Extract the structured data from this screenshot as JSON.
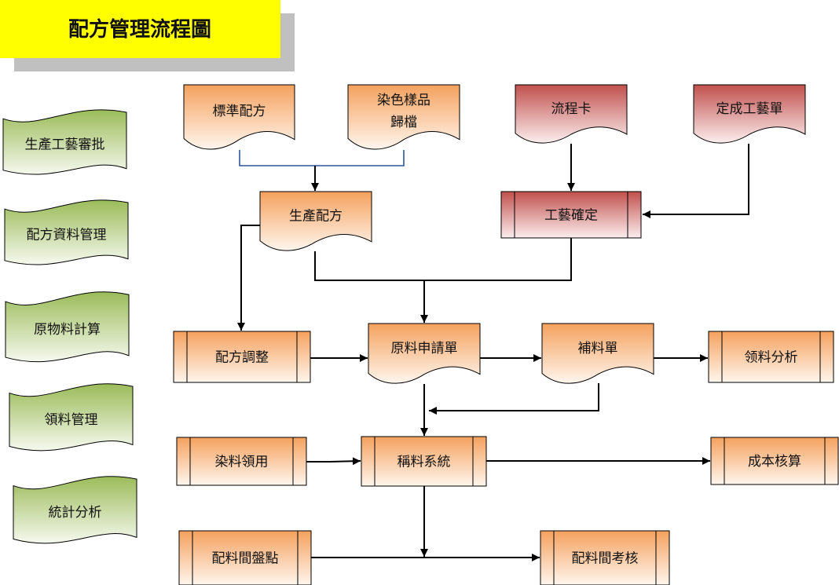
{
  "title": "配方管理流程圖",
  "colors": {
    "title_bg": "#ffff00",
    "title_shadow": "#c0c0c0",
    "orange_top": "#f4a15e",
    "orange_bottom": "#fff6ee",
    "red_top": "#c0504d",
    "red_bottom": "#fbeeee",
    "green_top": "#9bbb59",
    "green_bottom": "#f6f9ef",
    "blue_line": "#2e5597",
    "line": "#000000"
  },
  "sidebar": {
    "items": [
      {
        "id": "s1",
        "label": "生產工藝審批"
      },
      {
        "id": "s2",
        "label": "配方資料管理"
      },
      {
        "id": "s3",
        "label": "原物料計算"
      },
      {
        "id": "s4",
        "label": "領料管理"
      },
      {
        "id": "s5",
        "label": "統計分析"
      }
    ]
  },
  "nodes": [
    {
      "id": "standard-formula",
      "label": [
        "標準配方"
      ],
      "shape": "document",
      "color": "orange"
    },
    {
      "id": "dye-sample-archive",
      "label": [
        "染色樣品",
        "歸檔"
      ],
      "shape": "document",
      "color": "orange"
    },
    {
      "id": "process-card",
      "label": [
        "流程卡"
      ],
      "shape": "document",
      "color": "red"
    },
    {
      "id": "finalized-process-sheet",
      "label": [
        "定成工藝單"
      ],
      "shape": "document",
      "color": "red"
    },
    {
      "id": "production-formula",
      "label": [
        "生產配方"
      ],
      "shape": "document",
      "color": "orange"
    },
    {
      "id": "process-confirm",
      "label": [
        "工藝確定"
      ],
      "shape": "process",
      "color": "red"
    },
    {
      "id": "formula-adjust",
      "label": [
        "配方調整"
      ],
      "shape": "process",
      "color": "orange"
    },
    {
      "id": "material-request",
      "label": [
        "原料申請單"
      ],
      "shape": "document",
      "color": "orange"
    },
    {
      "id": "supplement-sheet",
      "label": [
        "補料單"
      ],
      "shape": "document",
      "color": "orange"
    },
    {
      "id": "pick-analysis",
      "label": [
        "领料分析"
      ],
      "shape": "process",
      "color": "orange"
    },
    {
      "id": "dye-pick",
      "label": [
        "染料領用"
      ],
      "shape": "process",
      "color": "orange"
    },
    {
      "id": "weighing-system",
      "label": [
        "稱料系統"
      ],
      "shape": "process",
      "color": "orange"
    },
    {
      "id": "cost-accounting",
      "label": [
        "成本核算"
      ],
      "shape": "process",
      "color": "orange"
    },
    {
      "id": "room-inventory",
      "label": [
        "配料間盤點"
      ],
      "shape": "process",
      "color": "orange"
    },
    {
      "id": "room-assessment",
      "label": [
        "配料間考核"
      ],
      "shape": "process",
      "color": "orange"
    }
  ],
  "edges": [
    {
      "from": "standard-formula",
      "to": "production-formula"
    },
    {
      "from": "dye-sample-archive",
      "to": "production-formula"
    },
    {
      "from": "process-card",
      "to": "process-confirm"
    },
    {
      "from": "finalized-process-sheet",
      "to": "process-confirm"
    },
    {
      "from": "production-formula",
      "to": "formula-adjust"
    },
    {
      "from": "production-formula",
      "to": "material-request"
    },
    {
      "from": "process-confirm",
      "to": "material-request"
    },
    {
      "from": "formula-adjust",
      "to": "material-request"
    },
    {
      "from": "material-request",
      "to": "supplement-sheet"
    },
    {
      "from": "supplement-sheet",
      "to": "pick-analysis"
    },
    {
      "from": "material-request",
      "to": "weighing-system"
    },
    {
      "from": "supplement-sheet",
      "to": "weighing-system"
    },
    {
      "from": "dye-pick",
      "to": "weighing-system"
    },
    {
      "from": "weighing-system",
      "to": "cost-accounting"
    },
    {
      "from": "weighing-system",
      "to": "room-assessment"
    },
    {
      "from": "room-inventory",
      "to": "room-assessment"
    }
  ]
}
